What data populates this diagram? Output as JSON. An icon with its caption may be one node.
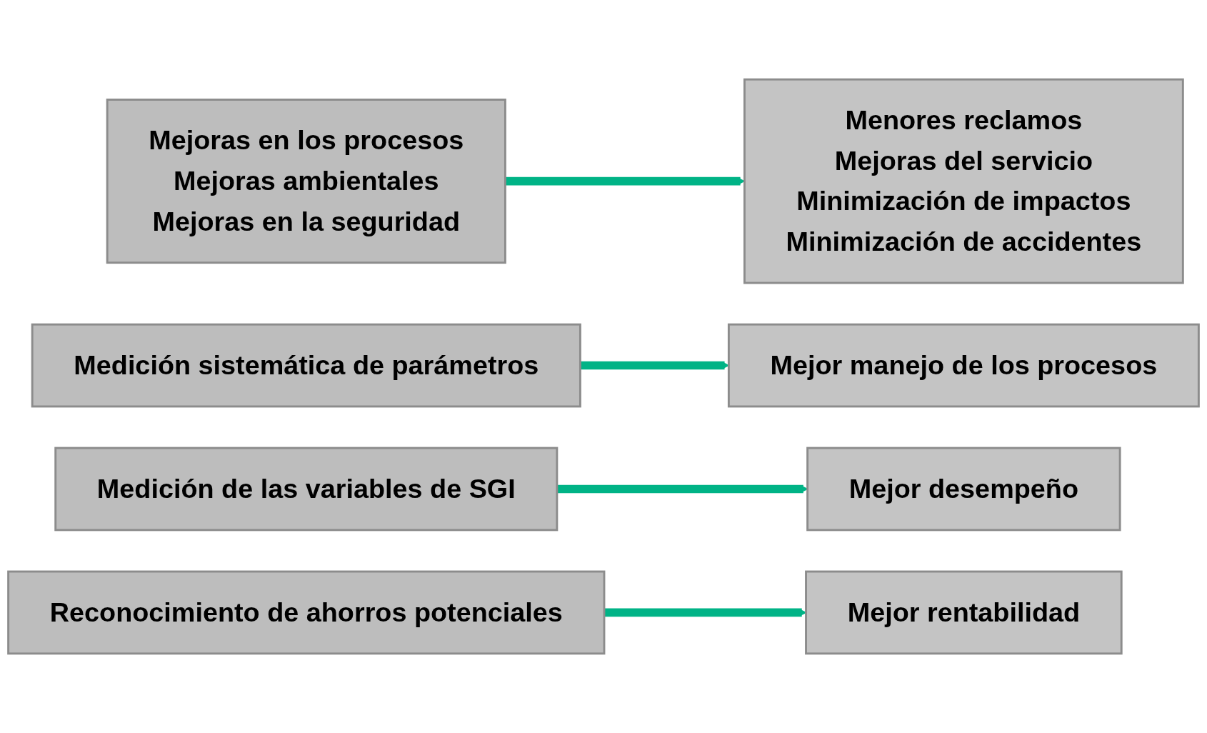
{
  "diagram": {
    "nodes": [
      {
        "text": [
          "Mejoras en los procesos",
          "Mejoras ambientales",
          "Mejoras en la seguridad"
        ]
      },
      {
        "text": [
          "Menores reclamos",
          "Mejoras del servicio",
          "Minimización de impactos",
          "Minimización de accidentes"
        ]
      },
      {
        "text": [
          "Medición sistemática de parámetros"
        ]
      },
      {
        "text": [
          "Mejor manejo de los procesos"
        ]
      },
      {
        "text": [
          "Medición de las variables de SGI"
        ]
      },
      {
        "text": [
          "Mejor desempeño"
        ]
      },
      {
        "text": [
          "Reconocimiento de ahorros potenciales"
        ]
      },
      {
        "text": [
          "Mejor rentabilidad"
        ]
      }
    ],
    "edges": [
      {
        "from": 0,
        "to": 1,
        "arrow": "to"
      },
      {
        "from": 2,
        "to": 3,
        "arrow": "to"
      },
      {
        "from": 4,
        "to": 5,
        "arrow": "to"
      },
      {
        "from": 6,
        "to": 7,
        "arrow": "to"
      }
    ]
  }
}
